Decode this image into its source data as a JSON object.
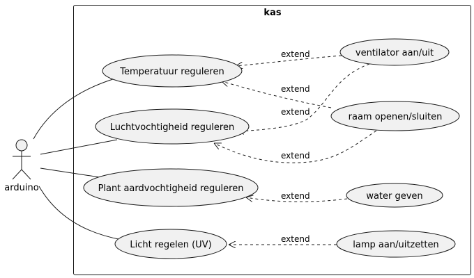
{
  "diagram": {
    "type": "use-case",
    "system": {
      "name": "kas"
    },
    "actor": {
      "name": "arduino"
    },
    "use_cases": [
      {
        "id": "temp",
        "label": "Temperatuur reguleren"
      },
      {
        "id": "lucht",
        "label": "Luchtvochtigheid reguleren"
      },
      {
        "id": "plant",
        "label": "Plant aardvochtigheid reguleren"
      },
      {
        "id": "licht",
        "label": "Licht regelen (UV)"
      },
      {
        "id": "vent",
        "label": "ventilator aan/uit"
      },
      {
        "id": "raam",
        "label": "raam openen/sluiten"
      },
      {
        "id": "water",
        "label": "water geven"
      },
      {
        "id": "lamp",
        "label": "lamp aan/uitzetten"
      }
    ],
    "associations": [
      {
        "from": "arduino",
        "to": "temp"
      },
      {
        "from": "arduino",
        "to": "lucht"
      },
      {
        "from": "arduino",
        "to": "plant"
      },
      {
        "from": "arduino",
        "to": "licht"
      }
    ],
    "extends": [
      {
        "from": "vent",
        "to": "temp",
        "label": "extend"
      },
      {
        "from": "raam",
        "to": "temp",
        "label": "extend"
      },
      {
        "from": "vent",
        "to": "lucht",
        "label": "extend"
      },
      {
        "from": "raam",
        "to": "lucht",
        "label": "extend"
      },
      {
        "from": "water",
        "to": "plant",
        "label": "extend"
      },
      {
        "from": "lamp",
        "to": "licht",
        "label": "extend"
      }
    ],
    "colors": {
      "usecase_fill": "#f1f1f1",
      "stroke": "#181818",
      "background": "#ffffff"
    }
  }
}
